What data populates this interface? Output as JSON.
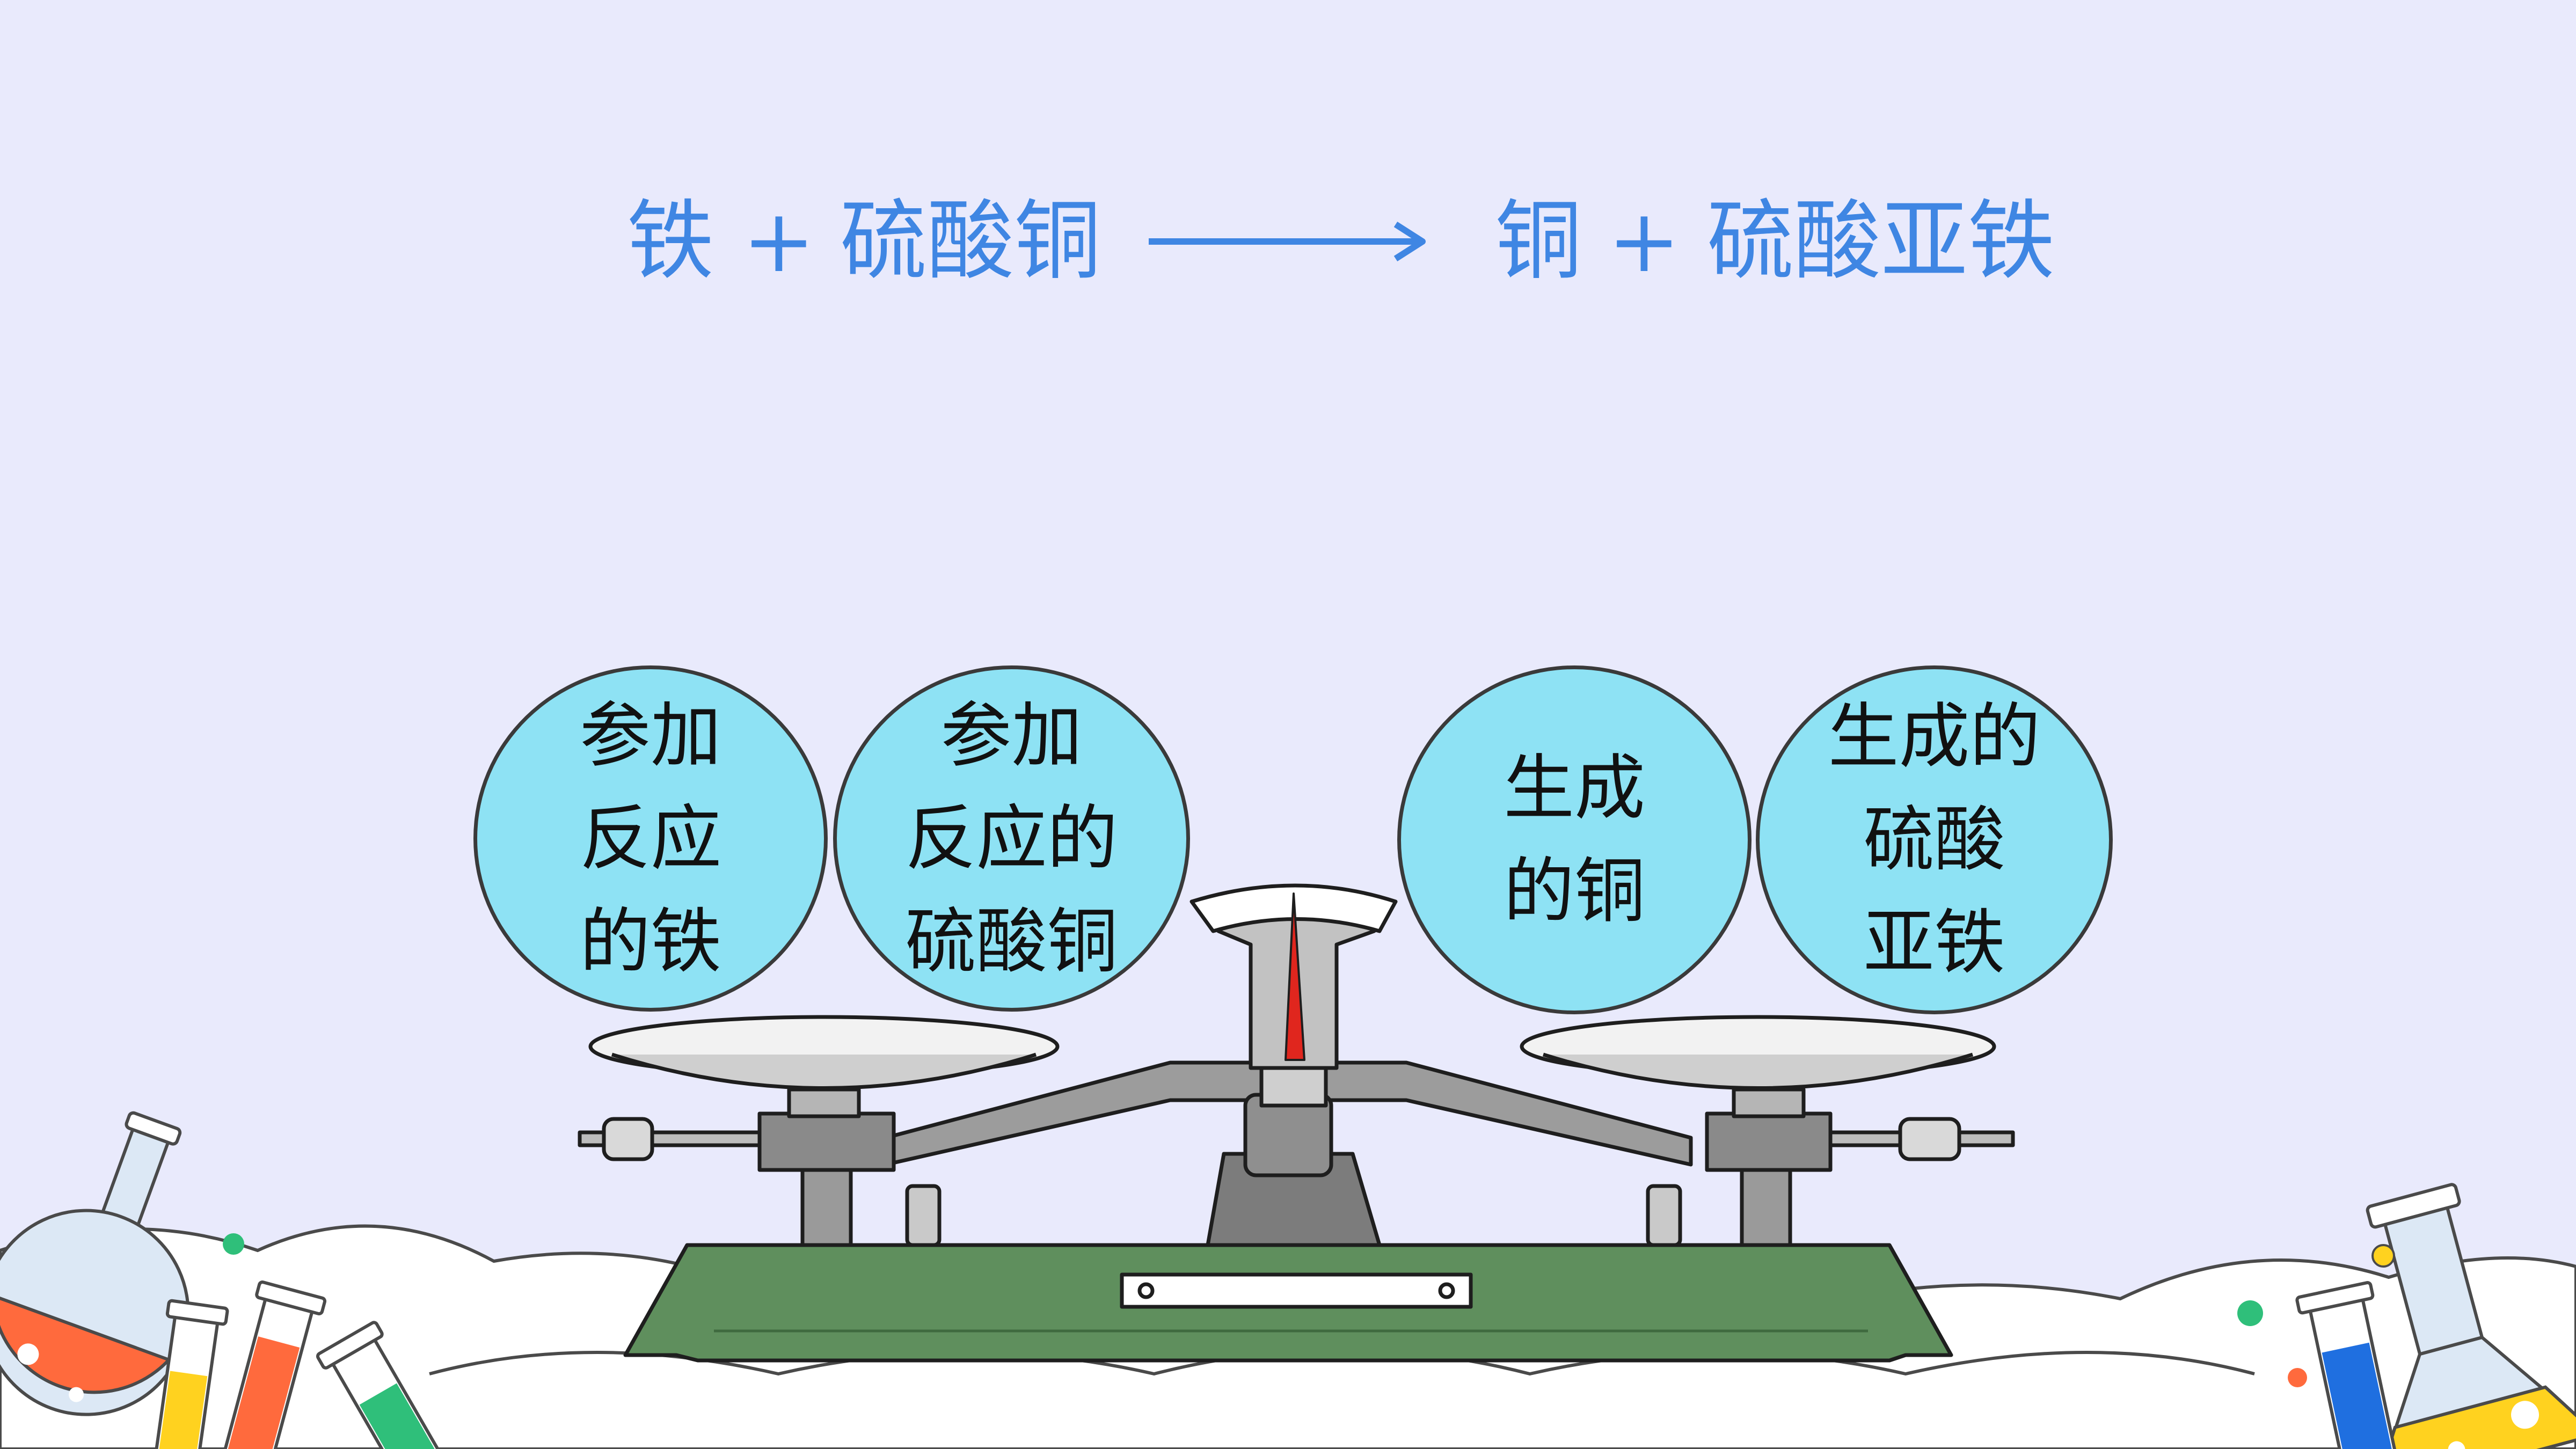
{
  "equation": {
    "reactant1": "铁",
    "plus1": "+",
    "reactant2": "硫酸铜",
    "product1": "铜",
    "plus2": "+",
    "product2": "硫酸亚铁"
  },
  "bubbles": [
    {
      "text": "参加\n反应\n的铁"
    },
    {
      "text": "参加\n反应的\n硫酸铜"
    },
    {
      "text": "生成\n的铜"
    },
    {
      "text": "生成的\n硫酸\n亚铁"
    }
  ],
  "colors": {
    "background": "#e9eafc",
    "equation": "#3f86e3",
    "bubble_fill": "#8ee2f4",
    "balance_base": "#5f8f5d",
    "pointer": "#e0261e"
  }
}
